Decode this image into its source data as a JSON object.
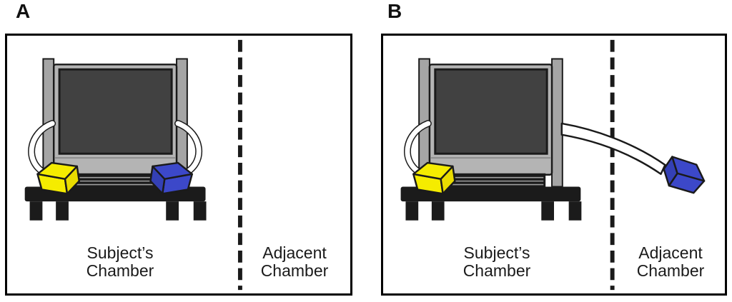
{
  "panels": [
    {
      "label": "A",
      "blue_button_location": "subject_chamber",
      "subject_chamber": {
        "line1": "Subject’s",
        "line2": "Chamber"
      },
      "adjacent_chamber": {
        "line1": "Adjacent",
        "line2": "Chamber"
      }
    },
    {
      "label": "B",
      "blue_button_location": "adjacent_chamber",
      "subject_chamber": {
        "line1": "Subject’s",
        "line2": "Chamber"
      },
      "adjacent_chamber": {
        "line1": "Adjacent",
        "line2": "Chamber"
      }
    }
  ],
  "apparatus_parts": [
    "monitor",
    "monitor-screen",
    "side-posts",
    "black-stand-table",
    "yellow-button",
    "blue-button",
    "cable",
    "extension-tube",
    "chamber-divider-dashed-line"
  ],
  "colors": {
    "outline": "#1a1a1a",
    "panel_border": "#000000",
    "monitor_frame": "#b4b4b4",
    "monitor_post": "#a5a5a5",
    "monitor_screen": "#414141",
    "bezel_line": "#8d8d8d",
    "stand_black": "#1b1b1b",
    "slat_line": "#a0a0a0",
    "cable_fill": "#ffffff",
    "yellow_button": "#f5ec00",
    "yellow_button_shade": "#e9dc00",
    "blue_button": "#3c48c9",
    "blue_button_shade": "#3440b5",
    "text": "#1a1a1a"
  }
}
